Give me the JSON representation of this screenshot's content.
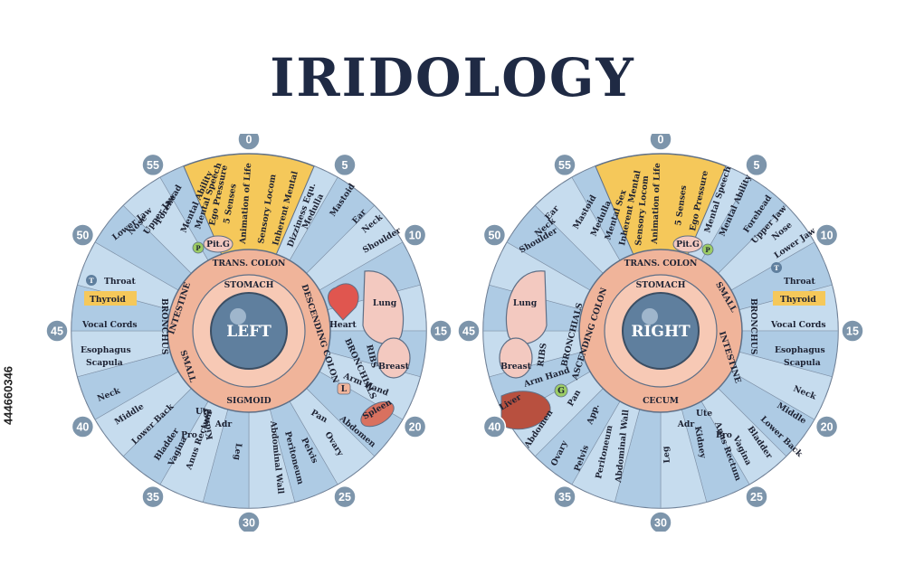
{
  "title": "IRIDOLOGY",
  "stock_id": "444660346",
  "colors": {
    "outer_blue": "#c6dcee",
    "outer_blue_dark": "#aecbe4",
    "gold": "#f5c85a",
    "gold_light": "#fbe3a0",
    "ring_orange": "#f0b49a",
    "ring_salmon": "#f7c9b5",
    "pupil": "#5f7f9e",
    "number_badge": "#7d95ab",
    "text": "#1d2233"
  },
  "left": {
    "pupil_label": "LEFT",
    "numbers": [
      "0",
      "5",
      "10",
      "15",
      "20",
      "25",
      "30",
      "35",
      "40",
      "45",
      "50",
      "55"
    ],
    "ring_labels": {
      "top": "TRANS. COLON",
      "left": "INTESTINE",
      "right": "DESCENDING COLON",
      "bottom": "SIGMOID",
      "inner_top": "STOMACH",
      "small": "SMALL"
    },
    "labels": {
      "five_senses": "5 Senses",
      "ego_pressure": "Ego Pressure",
      "mental_speech": "Mental Speech",
      "mental_ability": "Mental Ability",
      "animation_of_life": "Animation of Life",
      "sensory_locom": "Sensory Locom",
      "inherent_mental": "Inherent Mental",
      "dizziness_equ": "Dizziness Equ.",
      "medulla": "Medulla",
      "forehead": "Forehead",
      "upper_jaw": "Upper Jaw",
      "nose": "Nose",
      "lower_jaw": "Lower Jaw",
      "mastoid": "Mastoid",
      "ear": "Ear",
      "neck_top": "Neck",
      "shoulder": "Shoulder",
      "lung": "Lung",
      "heart": "Heart",
      "bronchials": "BRONCHIALS",
      "ribs": "RIBS",
      "breast": "Breast",
      "arm_hand": "Arm Hand",
      "l_badge": "L",
      "spleen": "Spleen",
      "pan": "Pan",
      "abdomen": "Abdomen",
      "ovary": "Ovary",
      "pelvis": "Pelvis",
      "peritoneum": "Peritoneum",
      "abdominal_wall": "Abdominal Wall",
      "leg": "Leg",
      "kidney": "Kidney",
      "adr": "Adr",
      "anus_rectum": "Anus Rectum",
      "vagina": "Vagina",
      "pro": "Pro",
      "bladder": "Bladder",
      "ute": "Ute",
      "lower_back": "Lower Back",
      "middle": "Middle",
      "neck": "Neck",
      "scapula": "Scapula",
      "esophagus": "Esophagus",
      "vocal_cords": "Vocal Cords",
      "thyroid": "Thyroid",
      "throat": "Throat",
      "t_badge": "T",
      "bronchus": "BRONCHUS",
      "pit_g": "Pit.G",
      "p_badge": "P"
    }
  },
  "right": {
    "pupil_label": "RIGHT",
    "numbers": [
      "0",
      "5",
      "10",
      "15",
      "20",
      "25",
      "30",
      "35",
      "40",
      "45",
      "50",
      "55"
    ],
    "ring_labels": {
      "top": "TRANS. COLON",
      "left": "ASCENDING COLON",
      "right": "INTESTINE",
      "bottom": "CECUM",
      "inner_top": "STOMACH",
      "small": "SMALL"
    },
    "labels": {
      "mastoid": "Mastoid",
      "medulla": "Medulla",
      "mental_sex": "Mental Sex",
      "inherent_mental": "Inherent Mental",
      "sensory_locom": "Sensory Locom",
      "animation_of_life": "Animation of Life",
      "five_senses": "5 Senses",
      "ego_pressure": "Ego Pressure",
      "mental_speech": "Mental Speech",
      "mental_ability": "Mental Ability",
      "forehead": "Forehead",
      "upper_jaw": "Upper Jaw",
      "nose": "Nose",
      "lower_jaw": "Lower Jaw",
      "ear": "Ear",
      "neck_top": "Neck",
      "shoulder": "Shoulder",
      "lung": "Lung",
      "bronchials": "BRONCHIALS",
      "ribs": "RIBS",
      "breast": "Breast",
      "arm_hand": "Arm Hand",
      "g_badge": "G",
      "liver": "Liver",
      "pan": "Pan",
      "app": "App.",
      "abdomen": "Abdomen",
      "ovary": "Ovary",
      "pelvis": "Pelvis",
      "peritoneum": "Peritoneum",
      "abdominal_wall": "Abdominal Wall",
      "leg": "Leg",
      "kidney": "Kidney",
      "adr": "Adr",
      "anus_rectum": "Anus Rectum",
      "vagina": "Vagina",
      "pro": "Pro",
      "ute": "Ute",
      "bladder": "Bladder",
      "lower_back": "Lower Back",
      "middle": "Middle",
      "neck": "Neck",
      "scapula": "Scapula",
      "esophagus": "Esophagus",
      "vocal_cords": "Vocal Cords",
      "thyroid": "Thyroid",
      "throat": "Throat",
      "t_badge": "T",
      "bronchus": "BRONCHUS",
      "pit_g": "Pit.G",
      "p_badge": "P"
    }
  }
}
